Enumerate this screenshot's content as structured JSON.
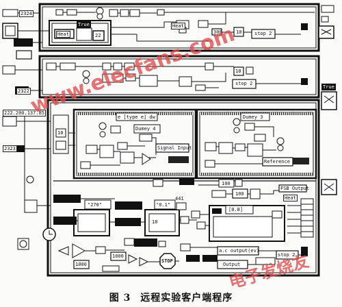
{
  "diagram": {
    "caption": {
      "figure_number": "图 3",
      "title": "远程实验客户端程序"
    },
    "watermarks": {
      "main": "www.elecfans.com",
      "corner": "电子发烧友"
    },
    "section1": {
      "numeric_left": "2324",
      "boolean_label": "True",
      "const_22": "22",
      "const_300": "300",
      "const_10": "10",
      "stop_label": "stop 2",
      "heat_box": "Heat",
      "heat_tag": "Heat"
    },
    "section2": {
      "numeric_left": "2322",
      "const_10": "10",
      "stop_label": "stop 2"
    },
    "section3": {
      "address": "222.200.137.85",
      "numeric_left": "2323",
      "const_10": "10",
      "case_left": "e [type e] dw",
      "case_left_sub": "Dumey 4",
      "signal_input": "Signal Input",
      "case_right_sub": "Dumey 3",
      "reference": "Reference",
      "const_100_top": "100",
      "const_100": "100",
      "fsb_output": "FSB Output",
      "const_441": "441",
      "str_270": "\"270\"",
      "str_01": "\"0.1\"",
      "const_10_b": "10",
      "seg_08": "[0.8]",
      "output_ac": "a.c output(ev)",
      "output": "Output",
      "const_1000_a": "1000",
      "const_1000_b": "1000",
      "stop_button": "STOP",
      "stop_label": "stop 2",
      "true_label": "True",
      "heat_label": "Heat"
    }
  }
}
